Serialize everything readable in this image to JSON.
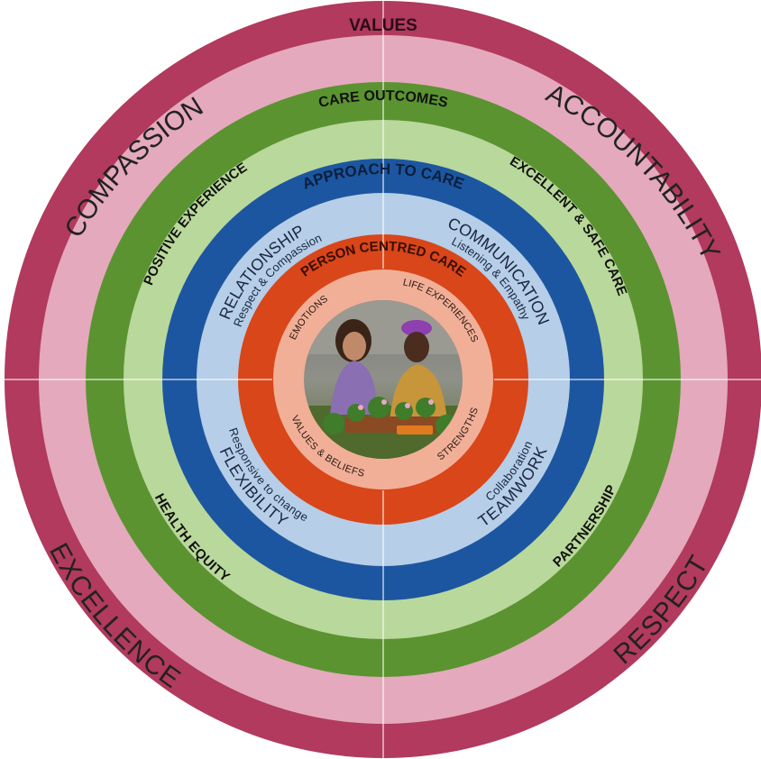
{
  "colors": {
    "values_ring": "#B13A5E",
    "values_inner": "#E4A9BC",
    "outcomes_ring": "#5B9331",
    "outcomes_inner": "#B9D89B",
    "approach_ring": "#1D56A0",
    "approach_inner": "#B6CEE7",
    "person_ring": "#D8461A",
    "person_inner": "#F1AF97",
    "divider": "#FFFFFF"
  },
  "values": {
    "header": "VALUES",
    "items": [
      "COMPASSION",
      "ACCOUNTABILITY",
      "RESPECT",
      "EXCELLENCE"
    ]
  },
  "care_outcomes": {
    "header": "CARE OUTCOMES",
    "items": [
      "POSITIVE EXPERIENCE",
      "EXCELLENT & SAFE CARE",
      "PARTNERSHIP",
      "HEALTH EQUITY"
    ]
  },
  "approach": {
    "header": "APPROACH TO CARE",
    "items": [
      {
        "title": "RELATIONSHIP",
        "subtitle": "Respect & Compassion"
      },
      {
        "title": "COMMUNICATION",
        "subtitle": "Listening & Empathy"
      },
      {
        "title": "TEAMWORK",
        "subtitle": "Collaboration"
      },
      {
        "title": "FLEXIBILITY",
        "subtitle": "Responsive to change"
      }
    ]
  },
  "person_centred": {
    "header": "PERSON CENTRED CARE",
    "items": [
      "EMOTIONS",
      "LIFE EXPERIENCES",
      "STRENGTHS",
      "VALUES & BELIEFS"
    ]
  },
  "photo": {
    "subject": "two smiling women planting flowers"
  }
}
